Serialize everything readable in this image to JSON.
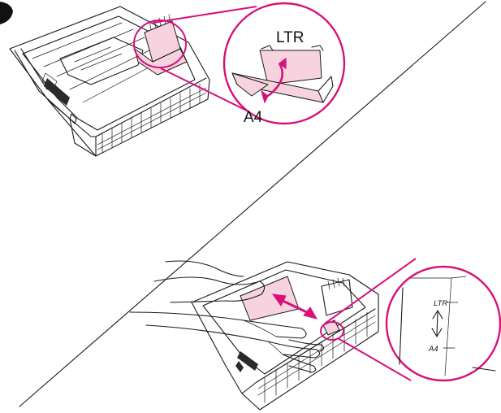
{
  "colors": {
    "accent": "#d6117a",
    "highlight_fill": "#f6d3df",
    "line": "#1a1a1a",
    "background": "#ffffff"
  },
  "top_callout": {
    "label_top": "LTR",
    "label_bottom": "A4"
  },
  "bottom_callout": {
    "label_top": "LTR",
    "label_bottom": "A4"
  }
}
